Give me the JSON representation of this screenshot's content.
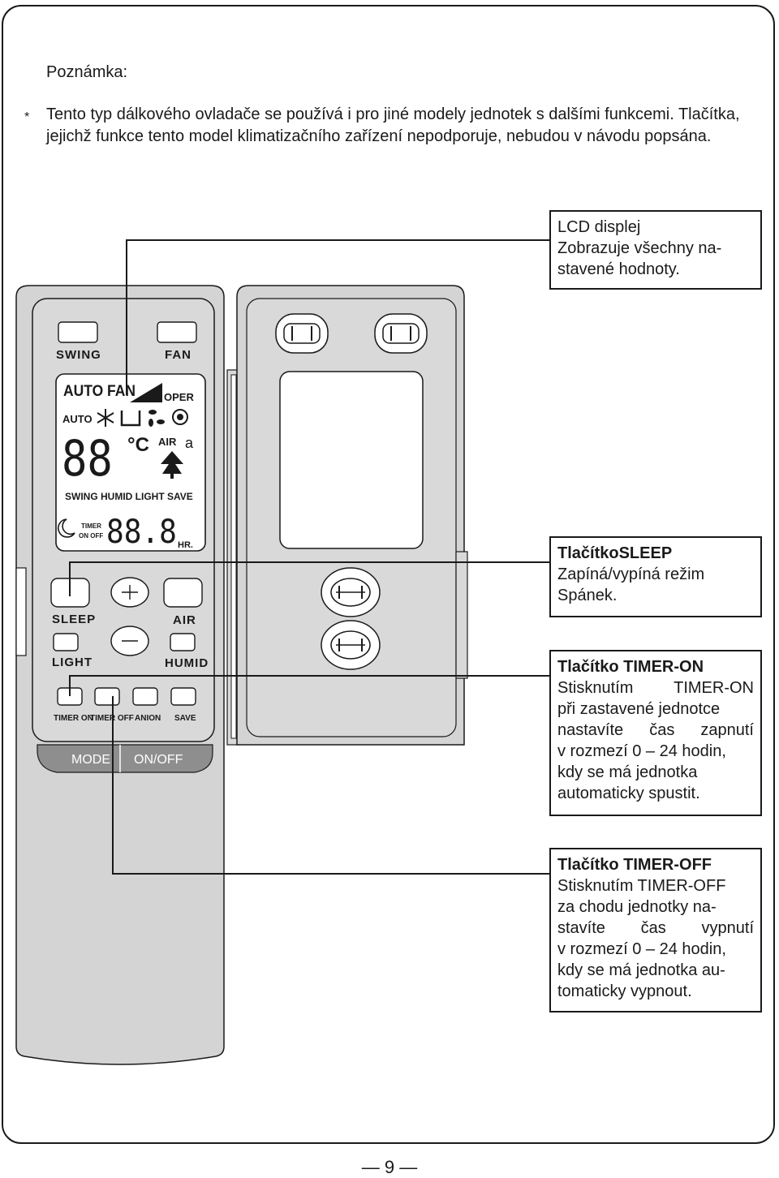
{
  "note": {
    "heading": "Poznámka:",
    "bullet": "*",
    "text": "Tento typ dálkového ovladače se používá i pro jiné modely jednotek s dalšími funkcemi. Tlačítka, jejichž funkce tento model klimatizačního zařízení nepodporuje, nebudou v návodu popsána."
  },
  "callouts": {
    "lcd": {
      "lines": [
        "LCD displej",
        "Zobrazuje všechny na-",
        "stavené hodnoty."
      ]
    },
    "sleep": {
      "title": "TlačítkoSLEEP",
      "lines": [
        "Zapíná/vypíná režim",
        "Spánek."
      ]
    },
    "timer_on": {
      "title": "Tlačítko TIMER-ON",
      "lines": [
        "Stisknutím TIMER-ON",
        "při zastavené jednotce",
        "nastavíte čas zapnutí",
        "v rozmezí 0 – 24 hodin,",
        "kdy se má jednotka",
        "automaticky spustit."
      ]
    },
    "timer_off": {
      "title": "Tlačítko TIMER-OFF",
      "lines": [
        "Stisknutím TIMER-OFF",
        "za chodu jednotky na-",
        "stavíte čas vypnutí",
        "v rozmezí 0 – 24 hodin,",
        "kdy se má jednotka au-",
        "tomaticky vypnout."
      ]
    }
  },
  "remote": {
    "swing": "SWING",
    "fan": "FAN",
    "lcd": {
      "auto_fan": "AUTO FAN",
      "oper": "OPER",
      "auto": "AUTO",
      "temp": "88",
      "unit": "°C",
      "air": "AIR",
      "func_row": "SWING HUMID LIGHT SAVE",
      "timer": "TIMER",
      "on_off": "ON OFF",
      "hours": "88.8",
      "hr": "HR."
    },
    "sleep": "SLEEP",
    "air": "AIR",
    "light": "LIGHT",
    "humid": "HUMID",
    "timer_on": "TIMER ON",
    "timer_off": "TIMER OFF",
    "anion": "ANION",
    "save": "SAVE",
    "mode": "MODE",
    "on_off": "ON/OFF"
  },
  "page_number": "— 9 —",
  "colors": {
    "remote_body": "#d4d4d4",
    "button": "#ffffff",
    "strip": "#8e8e8e",
    "ink": "#1a1a1a"
  }
}
